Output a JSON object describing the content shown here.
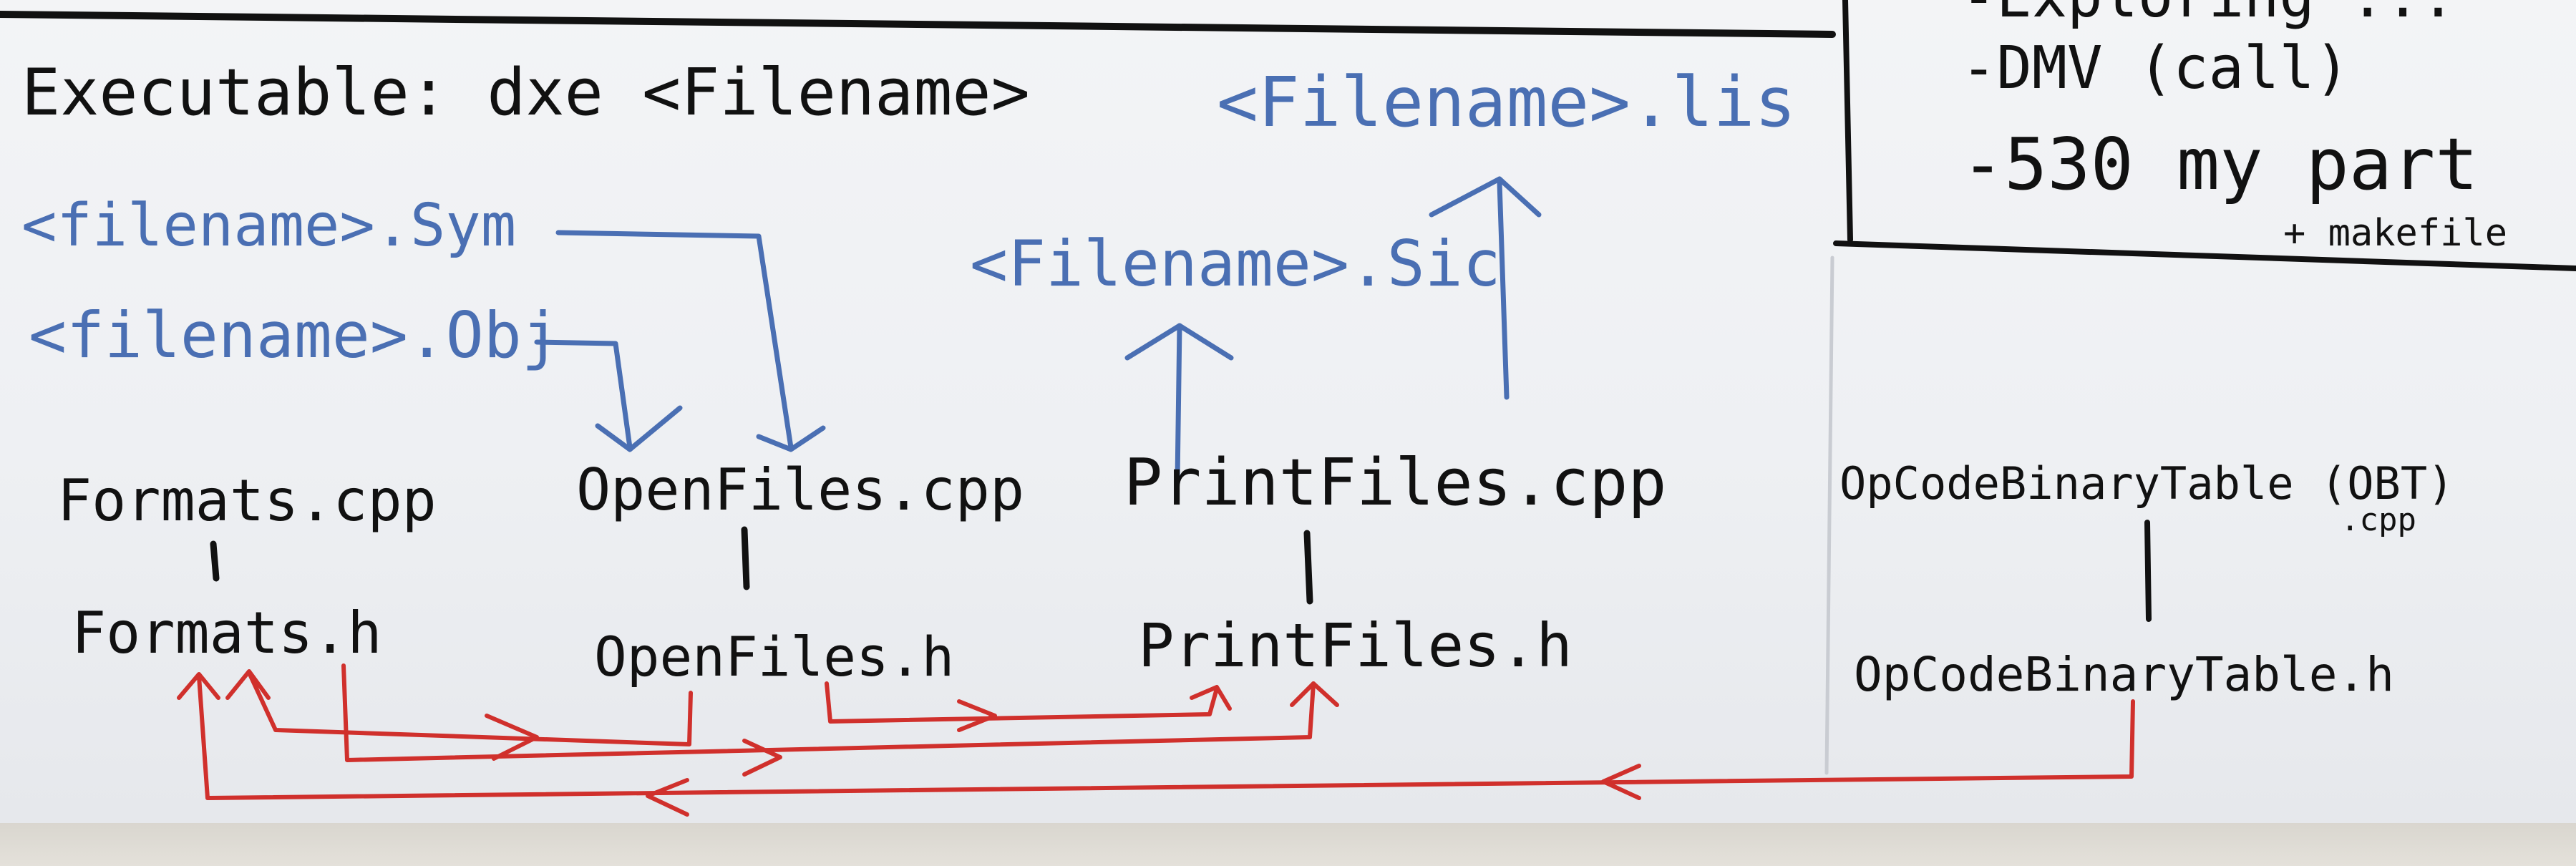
{
  "whiteboard": {
    "exec_line": "Executable: dxe <Filename>",
    "top_right_notes": [
      "-Exploring ...",
      "-DMV (call)",
      "-530 my part",
      "+ makefile"
    ],
    "generated_files": {
      "sym": "<filename>.Sym",
      "obj": "<filename>.Obj",
      "src": "<Filename>.Sic",
      "lis": "<Filename>.lis"
    },
    "sources": {
      "formats_cpp": "Formats.cpp",
      "formats_h": "Formats.h",
      "openfiles_cpp": "OpenFiles.cpp",
      "openfiles_h": "OpenFiles.h",
      "printfiles_cpp": "PrintFiles.cpp",
      "printfiles_h": "PrintFiles.h",
      "opcode_cpp": "OpCodeBinaryTable (OBT)",
      "opcode_cpp_ext": ".cpp",
      "opcode_h": "OpCodeBinaryTable.h"
    },
    "colors": {
      "black_marker": "#111111",
      "blue_marker": "#4a6fb3",
      "red_marker": "#d0302c"
    }
  }
}
